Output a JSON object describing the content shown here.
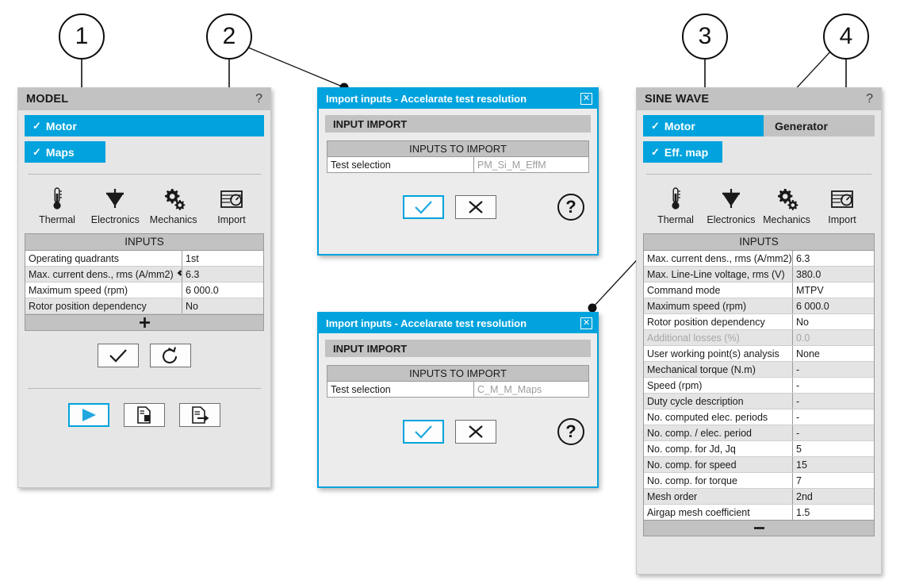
{
  "callouts": [
    {
      "num": "1"
    },
    {
      "num": "2"
    },
    {
      "num": "3"
    },
    {
      "num": "4"
    }
  ],
  "model_panel": {
    "title": "MODEL",
    "help": "?",
    "selectors": [
      {
        "label": "Motor",
        "check": "✓",
        "state": "selected"
      },
      {
        "label": "Maps",
        "check": "✓",
        "state": "selected"
      }
    ],
    "toolbar": [
      {
        "label": "Thermal",
        "icon": "thermometer-icon"
      },
      {
        "label": "Electronics",
        "icon": "diode-icon"
      },
      {
        "label": "Mechanics",
        "icon": "gears-icon"
      },
      {
        "label": "Import",
        "icon": "import-gauge-icon"
      }
    ],
    "table": {
      "header": "INPUTS",
      "rows": [
        {
          "label": "Operating quadrants",
          "value": "1st",
          "link": false
        },
        {
          "label": "Max. current dens., rms (A/mm2)",
          "value": "6.3",
          "link": true
        },
        {
          "label": "Maximum speed (rpm)",
          "value": "6 000.0",
          "link": false
        },
        {
          "label": "Rotor position dependency",
          "value": "No",
          "link": false
        }
      ],
      "footer": "＋"
    },
    "actions": [
      {
        "name": "validate-button",
        "glyph": "check"
      },
      {
        "name": "reset-button",
        "glyph": "reset"
      }
    ],
    "run_actions": [
      {
        "name": "solve-button",
        "glyph": "play"
      },
      {
        "name": "report-button",
        "glyph": "report"
      },
      {
        "name": "export-button",
        "glyph": "export"
      }
    ]
  },
  "dialog1": {
    "title": "Import inputs - Accelarate test resolution",
    "close": "✕",
    "section": "INPUT IMPORT",
    "table": {
      "header": "INPUTS TO IMPORT",
      "row_label": "Test selection",
      "row_value": "PM_Si_M_EffM"
    },
    "ok": "✓",
    "cancel": "✕",
    "help": "?"
  },
  "dialog2": {
    "title": "Import inputs - Accelarate test resolution",
    "close": "✕",
    "section": "INPUT IMPORT",
    "table": {
      "header": "INPUTS TO IMPORT",
      "row_label": "Test selection",
      "row_value": "C_M_M_Maps"
    },
    "ok": "✓",
    "cancel": "✕",
    "help": "?"
  },
  "sine_panel": {
    "title": "SINE WAVE",
    "help": "?",
    "selectors_row1": [
      {
        "label": "Motor",
        "check": "✓",
        "state": "selected"
      },
      {
        "label": "Generator",
        "check": "",
        "state": "plain"
      }
    ],
    "selectors_row2": [
      {
        "label": "Eff. map",
        "check": "✓",
        "state": "selected"
      }
    ],
    "toolbar": [
      {
        "label": "Thermal",
        "icon": "thermometer-icon"
      },
      {
        "label": "Electronics",
        "icon": "diode-icon"
      },
      {
        "label": "Mechanics",
        "icon": "gears-icon"
      },
      {
        "label": "Import",
        "icon": "import-gauge-icon"
      }
    ],
    "table": {
      "header": "INPUTS",
      "rows": [
        {
          "label": "Max. current dens., rms (A/mm2)",
          "value": "6.3",
          "link": true,
          "dim": false
        },
        {
          "label": "Max. Line-Line voltage, rms (V)",
          "value": "380.0",
          "link": false,
          "dim": false
        },
        {
          "label": "Command mode",
          "value": "MTPV",
          "link": false,
          "dim": false
        },
        {
          "label": "Maximum speed (rpm)",
          "value": "6 000.0",
          "link": false,
          "dim": false
        },
        {
          "label": "Rotor position dependency",
          "value": "No",
          "link": false,
          "dim": false
        },
        {
          "label": "Additional losses (%)",
          "value": "0.0",
          "link": false,
          "dim": true
        },
        {
          "label": "User working point(s) analysis",
          "value": "None",
          "link": false,
          "dim": false
        },
        {
          "label": "Mechanical torque (N.m)",
          "value": "-",
          "link": false,
          "dim": false
        },
        {
          "label": "Speed (rpm)",
          "value": "-",
          "link": false,
          "dim": false
        },
        {
          "label": "Duty cycle description",
          "value": "-",
          "link": false,
          "dim": false
        },
        {
          "label": "No. computed elec. periods",
          "value": "-",
          "link": false,
          "dim": false
        },
        {
          "label": "No. comp. / elec. period",
          "value": "-",
          "link": false,
          "dim": false
        },
        {
          "label": "No. comp. for Jd, Jq",
          "value": "5",
          "link": false,
          "dim": false
        },
        {
          "label": "No. comp. for speed",
          "value": "15",
          "link": false,
          "dim": false
        },
        {
          "label": "No. comp. for torque",
          "value": "7",
          "link": false,
          "dim": false
        },
        {
          "label": "Mesh order",
          "value": "2nd",
          "link": false,
          "dim": false
        },
        {
          "label": "Airgap mesh coefficient",
          "value": "1.5",
          "link": false,
          "dim": false
        }
      ],
      "footer": "–"
    }
  },
  "colors": {
    "accent": "#00a3dd",
    "panel_bg": "#e6e6e6",
    "title_bg": "#c2c2c2",
    "row_alt": "#e4e4e4",
    "dim_text": "#a6a6a6"
  }
}
